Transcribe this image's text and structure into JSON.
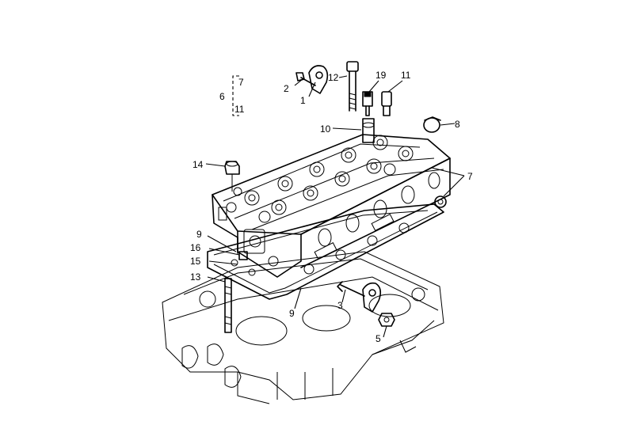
{
  "callouts": {
    "c1": "1",
    "c2": "2",
    "c3": "3",
    "c5": "5",
    "c6": "6",
    "c6_range_top": "7",
    "c6_range_bottom": "11",
    "c7": "7",
    "c8": "8",
    "c9a": "9",
    "c9b": "9",
    "c10": "10",
    "c11": "11",
    "c12": "12",
    "c13": "13",
    "c14": "14",
    "c15": "15",
    "c16": "16",
    "c19": "19"
  }
}
